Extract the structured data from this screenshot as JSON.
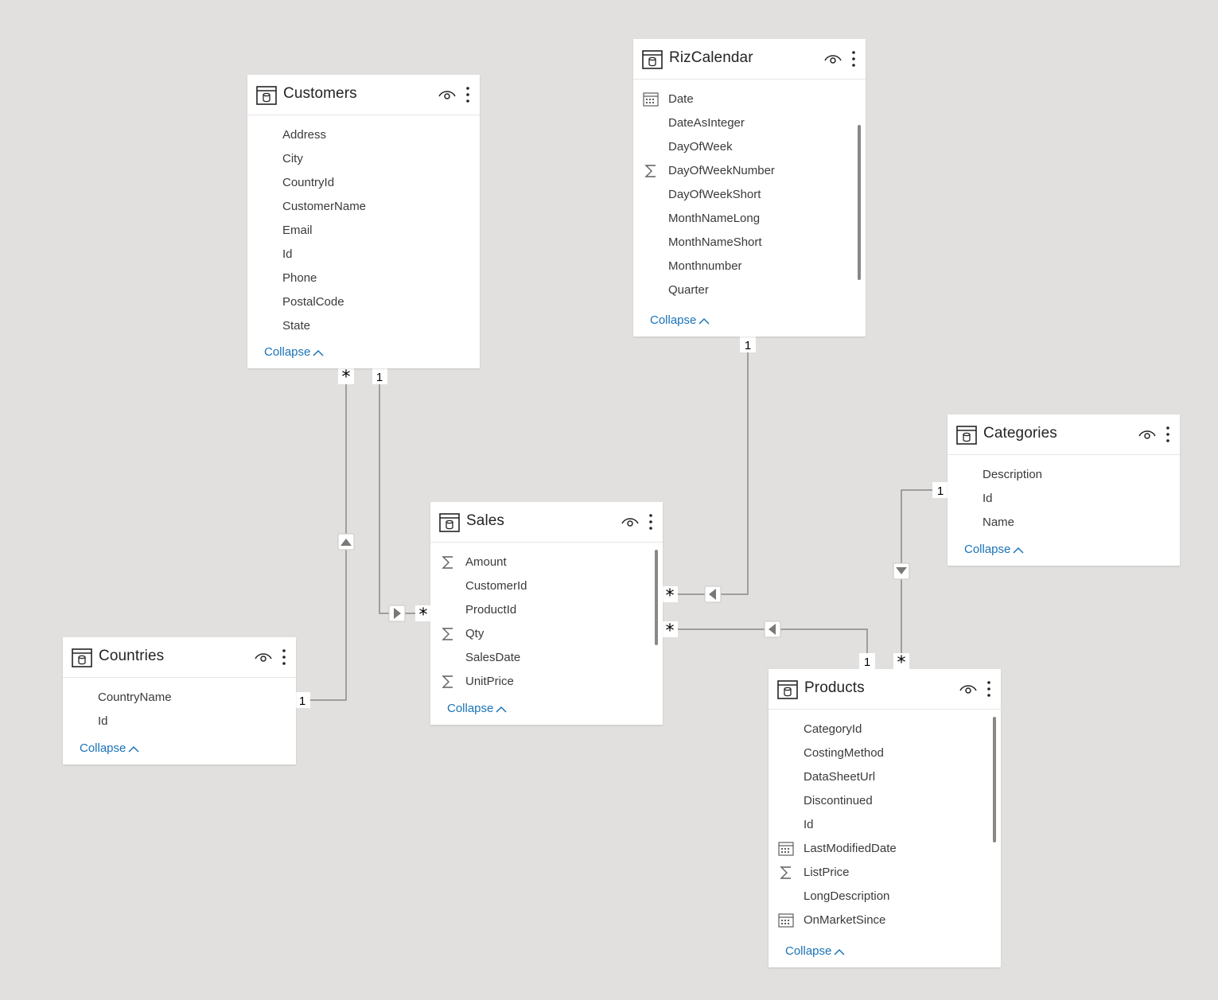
{
  "tables": {
    "customers": {
      "title": "Customers",
      "collapse_label": "Collapse",
      "fields": [
        "Address",
        "City",
        "CountryId",
        "CustomerName",
        "Email",
        "Id",
        "Phone",
        "PostalCode",
        "State"
      ]
    },
    "rizcalendar": {
      "title": "RizCalendar",
      "collapse_label": "Collapse",
      "fields": [
        "Date",
        "DateAsInteger",
        "DayOfWeek",
        "DayOfWeekNumber",
        "DayOfWeekShort",
        "MonthNameLong",
        "MonthNameShort",
        "Monthnumber",
        "Quarter"
      ]
    },
    "categories": {
      "title": "Categories",
      "collapse_label": "Collapse",
      "fields": [
        "Description",
        "Id",
        "Name"
      ]
    },
    "sales": {
      "title": "Sales",
      "collapse_label": "Collapse",
      "fields": [
        "Amount",
        "CustomerId",
        "ProductId",
        "Qty",
        "SalesDate",
        "UnitPrice"
      ]
    },
    "countries": {
      "title": "Countries",
      "collapse_label": "Collapse",
      "fields": [
        "CountryName",
        "Id"
      ]
    },
    "products": {
      "title": "Products",
      "collapse_label": "Collapse",
      "fields": [
        "CategoryId",
        "CostingMethod",
        "DataSheetUrl",
        "Discontinued",
        "Id",
        "LastModifiedDate",
        "ListPrice",
        "LongDescription",
        "OnMarketSince"
      ]
    }
  },
  "field_icons": {
    "rizcalendar.0": "calendar-icon",
    "rizcalendar.3": "sigma-icon",
    "sales.0": "sigma-icon",
    "sales.3": "sigma-icon",
    "sales.5": "sigma-icon",
    "products.5": "calendar-icon",
    "products.6": "sigma-icon",
    "products.8": "calendar-icon"
  },
  "relationships": {
    "customers_countries": {
      "many": "*",
      "one": "1"
    },
    "customers_sales": {
      "one": "1",
      "many": "*"
    },
    "rizcalendar_sales": {
      "one": "1",
      "many": "*"
    },
    "products_sales": {
      "one": "1",
      "many": "*"
    },
    "categories_products": {
      "one": "1",
      "many": "*"
    }
  },
  "colors": {
    "canvas": "#e1e0de",
    "card": "#ffffff",
    "link": "#1a73b8",
    "line": "#8a8886"
  }
}
